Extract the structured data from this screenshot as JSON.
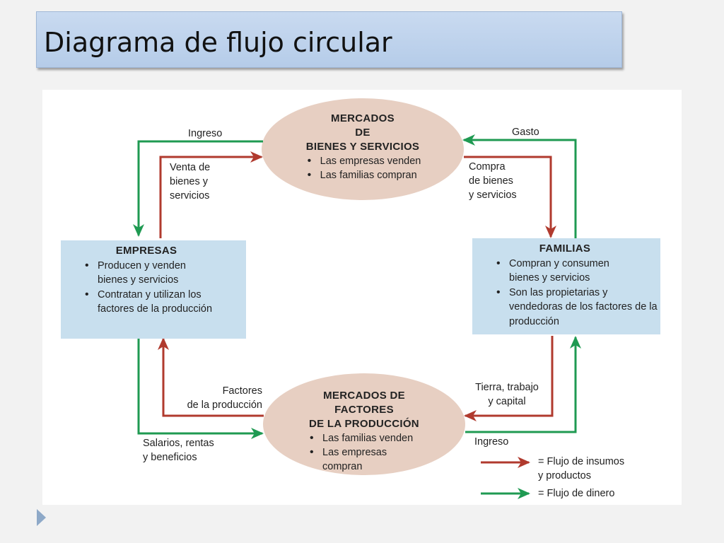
{
  "slide": {
    "title": "Diagrama de flujo circular"
  },
  "diagram": {
    "goods_market": {
      "line1": "MERCADOS",
      "line2": "DE",
      "line3": "BIENES Y SERVICIOS",
      "bullets": [
        "Las empresas venden",
        "Las familias compran"
      ]
    },
    "factor_market": {
      "line1": "MERCADOS DE",
      "line2": "FACTORES",
      "line3": "DE LA PRODUCCIÓN",
      "bullets": [
        "Las familias venden",
        "Las empresas compran"
      ]
    },
    "firms": {
      "title": "EMPRESAS",
      "bullets": [
        "Producen y venden bienes y servicios",
        "Contratan y utilizan los factores de la producción"
      ]
    },
    "households": {
      "title": "FAMILIAS",
      "bullets": [
        "Compran y consumen bienes y servicios",
        "Son las propietarias y vendedoras de los factores de la producción"
      ]
    },
    "labels": {
      "ingreso_top": "Ingreso",
      "gasto": "Gasto",
      "venta": "Venta de\nbienes y\nservicios",
      "compra": "Compra\nde bienes\ny servicios",
      "factores": "Factores\nde la producción",
      "tierra": "Tierra, trabajo\ny capital",
      "salarios": "Salarios, rentas\ny beneficios",
      "ingreso_bottom": "Ingreso"
    },
    "legend": {
      "goods_flow": "= Flujo de insumos\n   y productos",
      "money_flow": "= Flujo de dinero"
    },
    "colors": {
      "goods_flow": "#b03a2e",
      "money_flow": "#1f9a52",
      "ellipse": "#e7cfc2",
      "box": "#c8dfee"
    }
  }
}
